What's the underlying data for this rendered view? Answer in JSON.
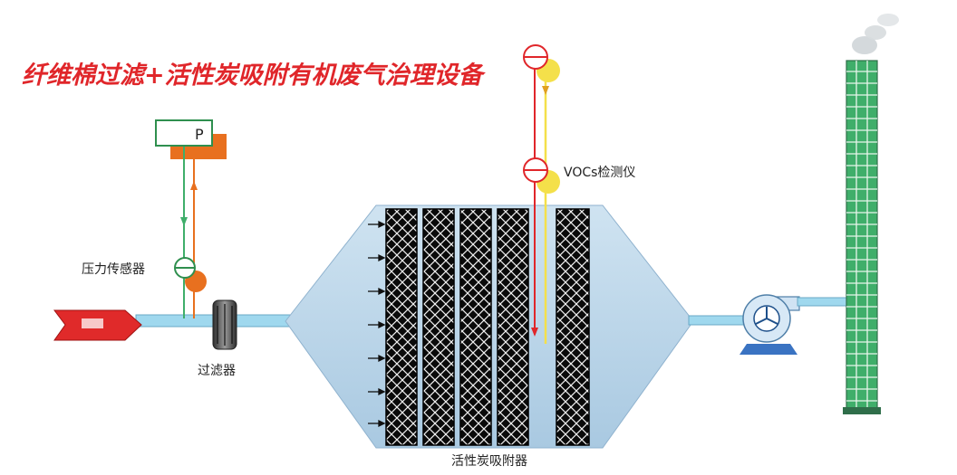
{
  "title": "纤维棉过滤+活性炭吸附有机废气治理设备",
  "labels": {
    "pressure_box": "P",
    "pressure_sensor": "压力传感器",
    "filter": "过滤器",
    "voc_detector": "VOCs检测仪",
    "adsorber": "活性炭吸附器"
  },
  "colors": {
    "title_red": "#e0262a",
    "pipe_blue": "#88d4ea",
    "housing_blue": "#b9d6ea",
    "carbon_black": "#111111",
    "stack_green": "#3fae6a",
    "sensor_orange": "#e8701f",
    "detector_yellow": "#f4e04a",
    "inlet_red": "#e02a2a"
  },
  "icons": [
    "inlet-arrow-icon",
    "pressure-sensor-icon",
    "filter-icon",
    "voc-detector-icon",
    "fan-icon",
    "chimney-icon",
    "smoke-icon"
  ]
}
